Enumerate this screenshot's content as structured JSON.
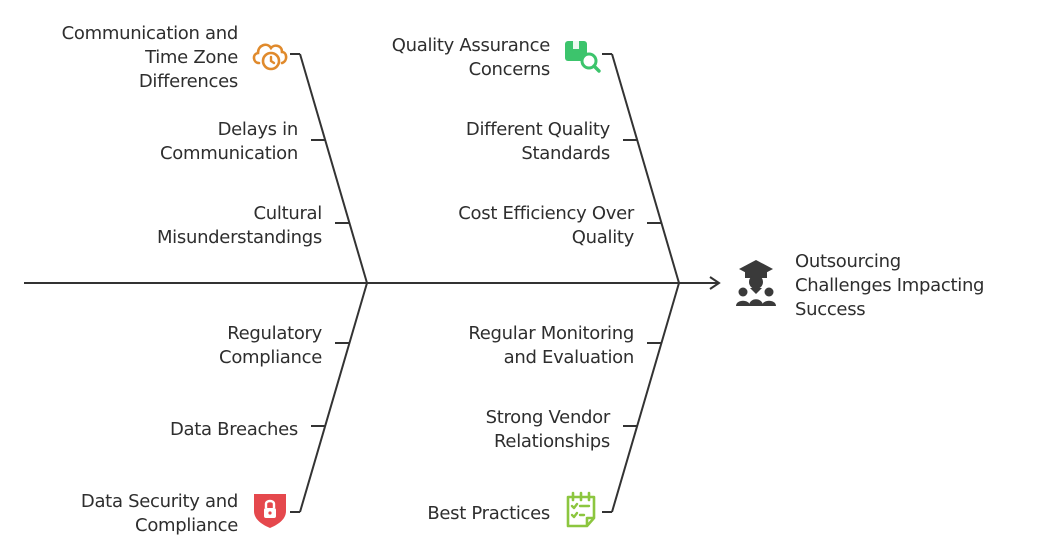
{
  "diagram": {
    "effect": {
      "lines": [
        "Outsourcing",
        "Challenges Impacting",
        "Success"
      ],
      "icon": "teacher-student-icon"
    },
    "categories": [
      {
        "title": [
          "Communication and",
          "Time Zone",
          "Differences"
        ],
        "icon": "cloud-clock-icon",
        "color": "#e08a2c",
        "causes": [
          [
            "Delays in",
            "Communication"
          ],
          [
            "Cultural",
            "Misunderstandings"
          ]
        ]
      },
      {
        "title": [
          "Quality Assurance",
          "Concerns"
        ],
        "icon": "box-search-icon",
        "color": "#3cc46c",
        "causes": [
          [
            "Different Quality",
            "Standards"
          ],
          [
            "Cost Efficiency Over",
            "Quality"
          ]
        ]
      },
      {
        "title": [
          "Data Security and",
          "Compliance"
        ],
        "icon": "shield-lock-icon",
        "color": "#e5484d",
        "causes": [
          [
            "Regulatory",
            "Compliance"
          ],
          [
            "Data Breaches"
          ]
        ]
      },
      {
        "title": [
          "Best Practices"
        ],
        "icon": "checklist-icon",
        "color": "#8cc63f",
        "causes": [
          [
            "Regular Monitoring",
            "and Evaluation"
          ],
          [
            "Strong Vendor",
            "Relationships"
          ]
        ]
      }
    ]
  }
}
